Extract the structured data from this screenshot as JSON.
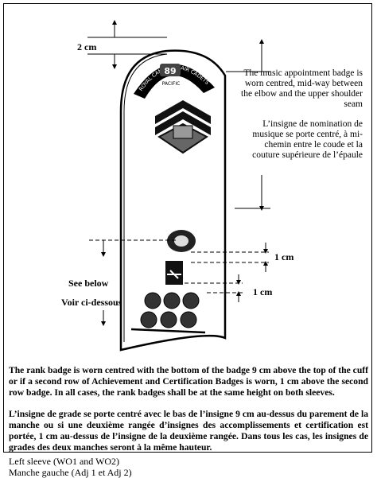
{
  "measure_top": "2 cm",
  "right_note_en": "The music appointment badge is worn centred, mid-way between the elbow and the upper shoulder seam",
  "right_note_fr": "L’insigne de nomination de musique se porte centré, à mi-chemin entre le coude et la couture supérieure de l’épaule",
  "measure_1cm_a": "1 cm",
  "measure_1cm_b": "1 cm",
  "see_below": "See below",
  "voir_ci_dessous": "Voir ci-dessous",
  "shoulder_title": "ROYAL CANADIAN AIR CADETS",
  "squadron_number": "89",
  "squadron_place": "PACIFIC",
  "para_en": "The rank badge is worn centred with the bottom of the badge 9 cm above the top of the cuff or if a second row of Achievement and Certification Badges is worn, 1 cm above the second row badge.  In all cases, the rank badges shall be at the same height on both sleeves.",
  "para_fr": "L’insigne de grade se porte centré avec le bas de l’insigne 9 cm au-dessus du parement de la manche ou si une deuxième rangée d’insignes des accomplissements et certification est portée, 1 cm au-dessus de l’insigne de la deuxième rangée.  Dans tous les cas, les insignes de grades des deux manches seront à la même hauteur.",
  "caption_en": "Left sleeve (WO1 and WO2)",
  "caption_fr": "Manche gauche (Adj 1 et Adj 2)"
}
